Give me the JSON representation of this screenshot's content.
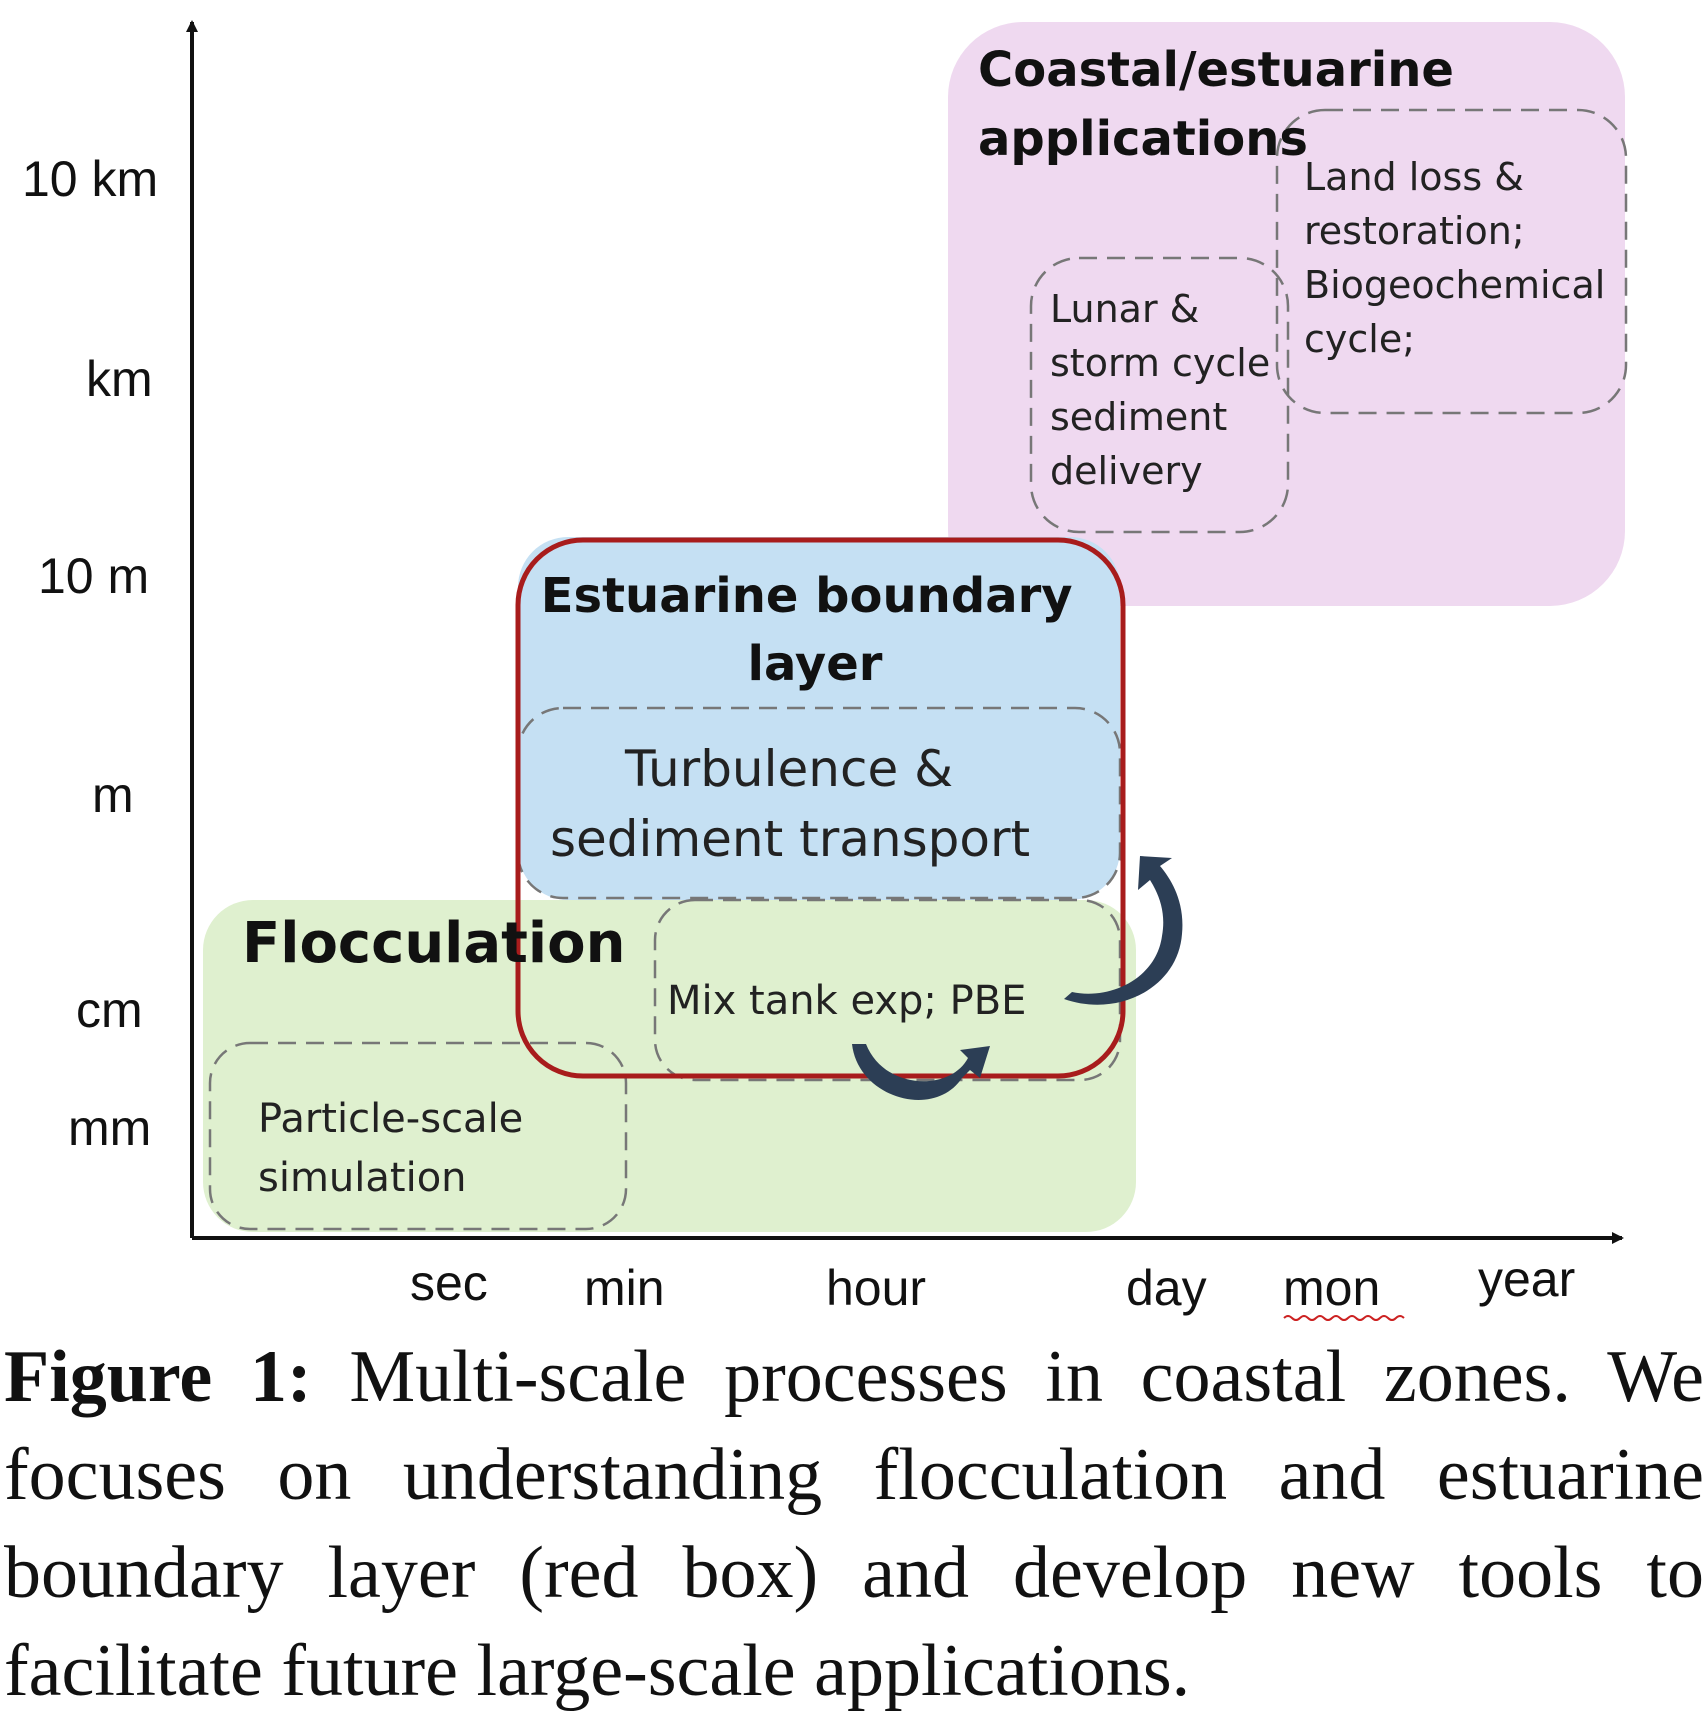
{
  "y_axis": {
    "ticks": [
      "10 km",
      "km",
      "10 m",
      "m",
      "cm",
      "mm"
    ]
  },
  "x_axis": {
    "ticks": [
      "sec",
      "min",
      "hour",
      "day",
      "mon",
      "year"
    ]
  },
  "regions": {
    "coastal": {
      "title_lines": [
        "Coastal/estuarine",
        "applications"
      ],
      "color": "#efd9f0",
      "land_loss_lines": [
        "Land loss &",
        "restoration;",
        "Biogeochemical",
        "cycle;"
      ],
      "lunar_lines": [
        "Lunar &",
        "storm cycle",
        "sediment",
        "delivery"
      ]
    },
    "boundary_layer": {
      "title_lines": [
        "Estuarine boundary",
        "layer"
      ],
      "color": "#c5e0f3",
      "turbulence_lines": [
        "Turbulence &",
        "sediment transport"
      ]
    },
    "flocculation": {
      "title": "Flocculation",
      "color": "#dff0cf",
      "particle_lines": [
        "Particle-scale",
        "simulation"
      ],
      "mix_tank": "Mix tank exp; PBE"
    },
    "focus_box_color": "#a81c1c",
    "arrow_color": "#2c3e55"
  },
  "caption": {
    "label": "Figure 1:",
    "text": "Multi-scale processes in coastal zones. We focuses on understanding flocculation and estuarine boundary layer (red box) and develop new tools to facilitate future large-scale applications."
  }
}
